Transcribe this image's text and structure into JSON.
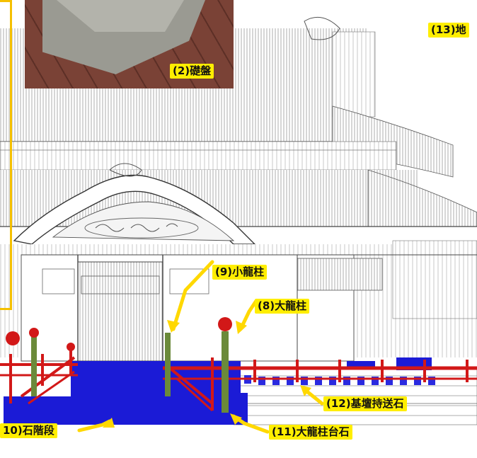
{
  "labels": {
    "l2": "(2)礎盤",
    "l13": "(13)地",
    "l9": "(9)小龍柱",
    "l8": "(8)大龍柱",
    "l12": "(12)基壇持送石",
    "l11": "(11)大龍柱台石",
    "l10": "10)石階段"
  },
  "colors": {
    "label_bg": "#ffee00",
    "arrow": "#ffd800",
    "stair_blue": "#1b1bd6",
    "rail_red": "#d21818",
    "frame_orange": "#f5c000",
    "photo_stone": "#8a8a82",
    "photo_floor": "#6b3a30"
  }
}
